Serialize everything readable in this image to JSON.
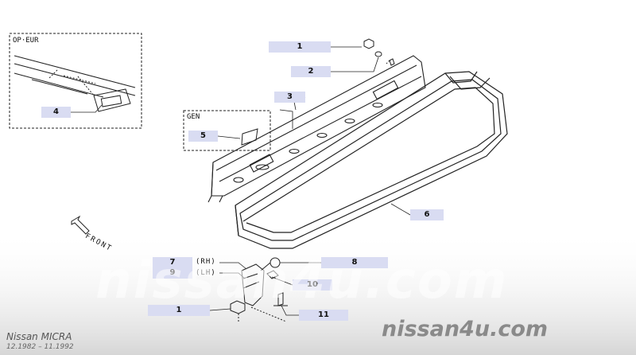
{
  "insets": {
    "op_eur": "OP·EUR",
    "gen": "GEN"
  },
  "front_label": "FRONT",
  "side_labels": {
    "rh": "(RH)",
    "lh": "(LH)"
  },
  "callouts": [
    {
      "id": "c1a",
      "text": "1"
    },
    {
      "id": "c2",
      "text": "2"
    },
    {
      "id": "c3",
      "text": "3"
    },
    {
      "id": "c4",
      "text": "4"
    },
    {
      "id": "c5",
      "text": "5"
    },
    {
      "id": "c6",
      "text": "6"
    },
    {
      "id": "c7",
      "text": "7"
    },
    {
      "id": "c8",
      "text": "8"
    },
    {
      "id": "c9",
      "text": "9"
    },
    {
      "id": "c10",
      "text": "10"
    },
    {
      "id": "c1b",
      "text": "1"
    },
    {
      "id": "c11",
      "text": "11"
    }
  ],
  "footer": {
    "brand": "Nissan MICRA",
    "dates": "12.1982 – 11.1992"
  },
  "watermark": {
    "main": "nissan4u.com",
    "corner": "nissan4u.com"
  },
  "colors": {
    "callout_bg": "#d9dcf2",
    "line": "#222222",
    "fade": "#dedede"
  }
}
